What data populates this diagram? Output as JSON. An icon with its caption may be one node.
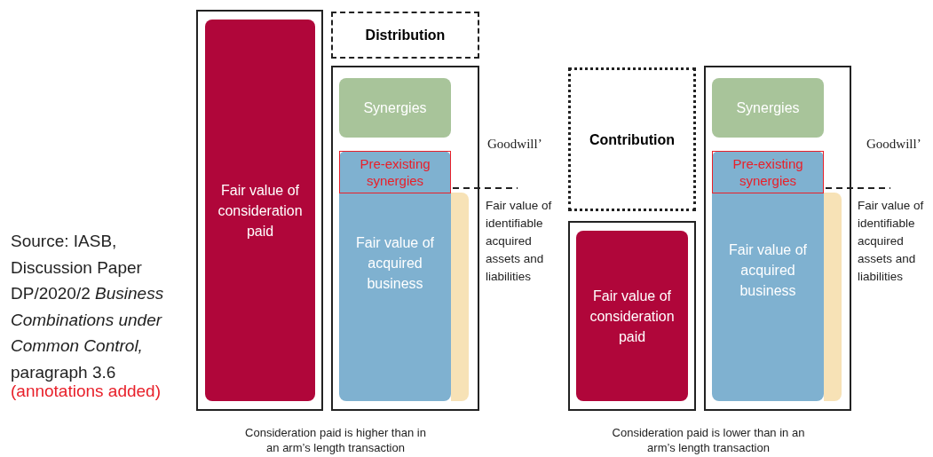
{
  "diagram": {
    "nodes": [
      {
        "text": [],
        "shape": "box"
      },
      {
        "text": [
          "Fair value of consideration paid"
        ],
        "in": 0
      },
      {
        "text": [
          "Distribution"
        ]
      },
      {
        "text": [],
        "shape": "box"
      },
      {
        "text": [
          "Synergies"
        ],
        "in": 3
      },
      {
        "text": [],
        "shape": "bar",
        "in": 3
      },
      {
        "text": [
          "Fair value of acquired business"
        ],
        "in": 3
      },
      {
        "text": [
          "Pre-existing synergies"
        ],
        "in": 6
      },
      {
        "text": [
          "Contribution"
        ]
      },
      {
        "text": [],
        "shape": "box"
      },
      {
        "text": [
          "Fair value of consideration paid"
        ],
        "in": 9
      },
      {
        "text": [],
        "shape": "box"
      },
      {
        "text": [
          "Synergies"
        ],
        "in": 11
      },
      {
        "text": [],
        "shape": "bar",
        "in": 11
      },
      {
        "text": [
          "Fair value of acquired business"
        ],
        "in": 11
      },
      {
        "text": [
          "Pre-existing synergies"
        ],
        "in": 14
      }
    ],
    "labels": [
      "Goodwill’",
      "Fair value of identifiable acquired assets and liabilities",
      "Goodwill’",
      "Fair value of identifiable acquired assets and liabilities",
      "Source: IASB, Discussion Paper DP/2020/2 *Business Combinations under Common Control,* paragraph 3.6",
      "(annotations added)",
      "Consideration paid is higher than in an arm’s length transaction",
      "Consideration paid is lower than in an arm’s length transaction"
    ]
  }
}
